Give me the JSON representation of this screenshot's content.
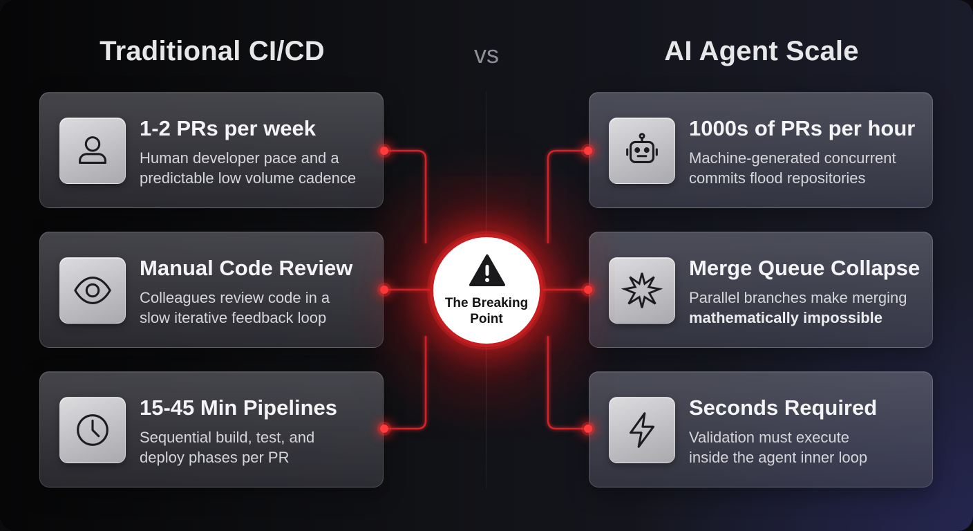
{
  "left_heading": "Traditional CI/CD",
  "vs_label": "vs",
  "right_heading": "AI Agent Scale",
  "center": {
    "label_line1": "The Breaking",
    "label_line2": "Point",
    "icon": "warning-triangle-icon"
  },
  "colors": {
    "accent_red": "#e62b2b",
    "node_red": "#ff3b3b",
    "background": "#0b0b0e"
  },
  "left_cards": [
    {
      "icon": "user-icon",
      "title": "1-2 PRs per week",
      "desc_line1": "Human developer pace and a",
      "desc_line2": "predictable low volume cadence"
    },
    {
      "icon": "eye-icon",
      "title": "Manual Code Review",
      "desc_line1": "Colleagues review code in a",
      "desc_line2": "slow iterative feedback loop"
    },
    {
      "icon": "clock-icon",
      "title": "15-45 Min Pipelines",
      "desc_line1": "Sequential build, test, and",
      "desc_line2": "deploy phases per PR"
    }
  ],
  "right_cards": [
    {
      "icon": "robot-icon",
      "title": "1000s of PRs per hour",
      "desc_line1": "Machine-generated concurrent",
      "desc_line2": "commits flood repositories"
    },
    {
      "icon": "explosion-icon",
      "title": "Merge Queue Collapse",
      "desc_line1": "Parallel branches make merging",
      "desc_line2": "mathematically impossible"
    },
    {
      "icon": "lightning-icon",
      "title": "Seconds Required",
      "desc_line1": "Validation must execute",
      "desc_line2": "inside the agent inner loop"
    }
  ]
}
